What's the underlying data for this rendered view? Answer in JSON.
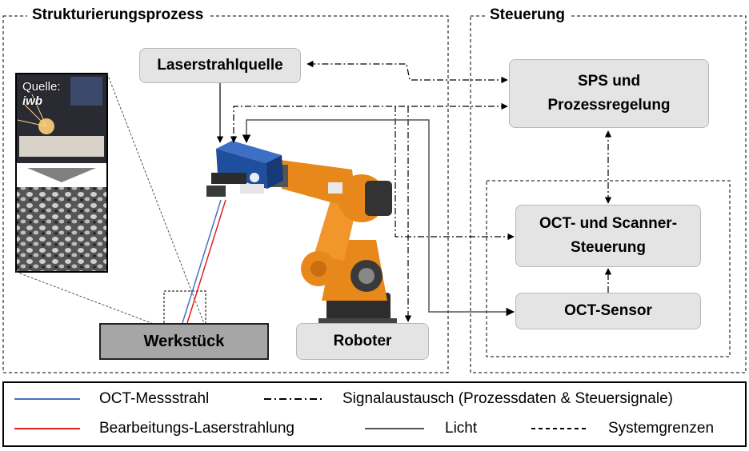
{
  "sections": {
    "process": "Strukturierungsprozess",
    "control": "Steuerung"
  },
  "nodes": {
    "laser_source": "Laserstrahlquelle",
    "sps_line1": "SPS und",
    "sps_line2": "Prozessregelung",
    "oct_control_line1": "OCT- und Scanner-",
    "oct_control_line2": "Steuerung",
    "oct_sensor": "OCT-Sensor",
    "workpiece": "Werkstück",
    "robot": "Roboter"
  },
  "photo_caption": {
    "line1": "Quelle:",
    "line2": "iwb"
  },
  "legend": {
    "oct_beam": "OCT-Messstrahl",
    "processing_laser": "Bearbeitungs-Laserstrahlung",
    "signal_exchange": "Signalaustausch (Prozessdaten & Steuersignale)",
    "light": "Licht",
    "system_boundaries": "Systemgrenzen"
  },
  "colors": {
    "oct_beam": "#4472c4",
    "processing_laser": "#e02020",
    "robot_orange": "#e8881a",
    "scanner_blue": "#1f4e9c",
    "node_fill": "#e4e4e4",
    "workpiece_fill": "#a6a6a6"
  }
}
